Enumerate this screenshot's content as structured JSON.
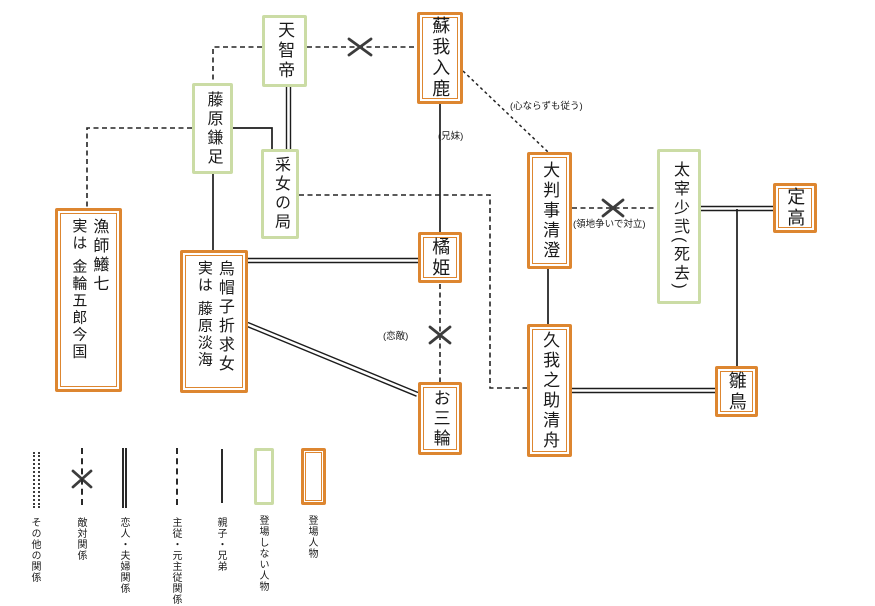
{
  "colors": {
    "present_border": "#dd8630",
    "absent_border": "#cbdca5",
    "line": "#1c1c1c",
    "x_mark": "#3c3c3c"
  },
  "boxes": {
    "tenchitei": {
      "name": "天智帝"
    },
    "soga_iruka": {
      "name": "蘇我入鹿"
    },
    "fujiwara_kamatari": {
      "name": "藤原鎌足"
    },
    "uneme_no_tsubone": {
      "name": "采女の局"
    },
    "fukashichi": {
      "name": "漁師鱶七",
      "subtitle": "実は 金輪五郎今国"
    },
    "motome": {
      "name": "烏帽子折求女",
      "subtitle": "実は 藤原淡海"
    },
    "tachibanahime": {
      "name": "橘姫"
    },
    "omiwa": {
      "name": "お三輪"
    },
    "daihanji": {
      "name": "大判事清澄"
    },
    "dazai_shoni": {
      "name": "太宰少弐(死去)"
    },
    "sadaka": {
      "name": "定高"
    },
    "koganosuke": {
      "name": "久我之助清舟"
    },
    "hinadori": {
      "name": "雛鳥"
    }
  },
  "line_labels": {
    "siblings": "(兄妹)",
    "unwilling_obedience": "(心ならずも従う)",
    "land_dispute": "(領地争いで対立)",
    "love_rivals": "(恋敵)"
  },
  "legend": {
    "items": [
      {
        "symbol": "other-relation-line",
        "label": "その他の関係"
      },
      {
        "symbol": "hostile-relation-line",
        "label": "敵対関係"
      },
      {
        "symbol": "couple-relation-line",
        "label": "恋人・夫婦関係"
      },
      {
        "symbol": "master-servant-line",
        "label": "主従・元主従関係"
      },
      {
        "symbol": "parent-child-line",
        "label": "親子・兄弟"
      },
      {
        "symbol": "absent-character-box",
        "label": "登場しない人物"
      },
      {
        "symbol": "present-character-box",
        "label": "登場人物"
      }
    ]
  }
}
